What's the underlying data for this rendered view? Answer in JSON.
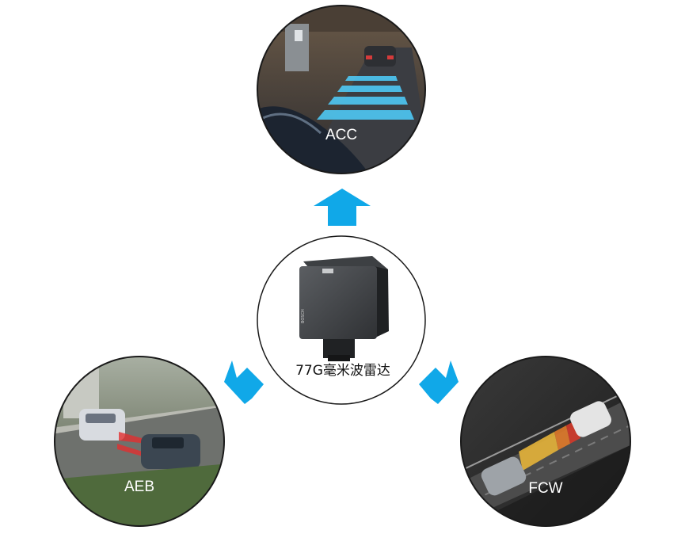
{
  "center": {
    "label": "77G毫米波雷达",
    "brand_mark": "BOSCH"
  },
  "features": {
    "acc": {
      "label": "ACC"
    },
    "aeb": {
      "label": "AEB"
    },
    "fcw": {
      "label": "FCW"
    }
  },
  "colors": {
    "arrow": "#10a8e8",
    "ring": "#1a1a1a",
    "lane_highlight": "#4fd0ff",
    "brake_light": "#e23030"
  }
}
